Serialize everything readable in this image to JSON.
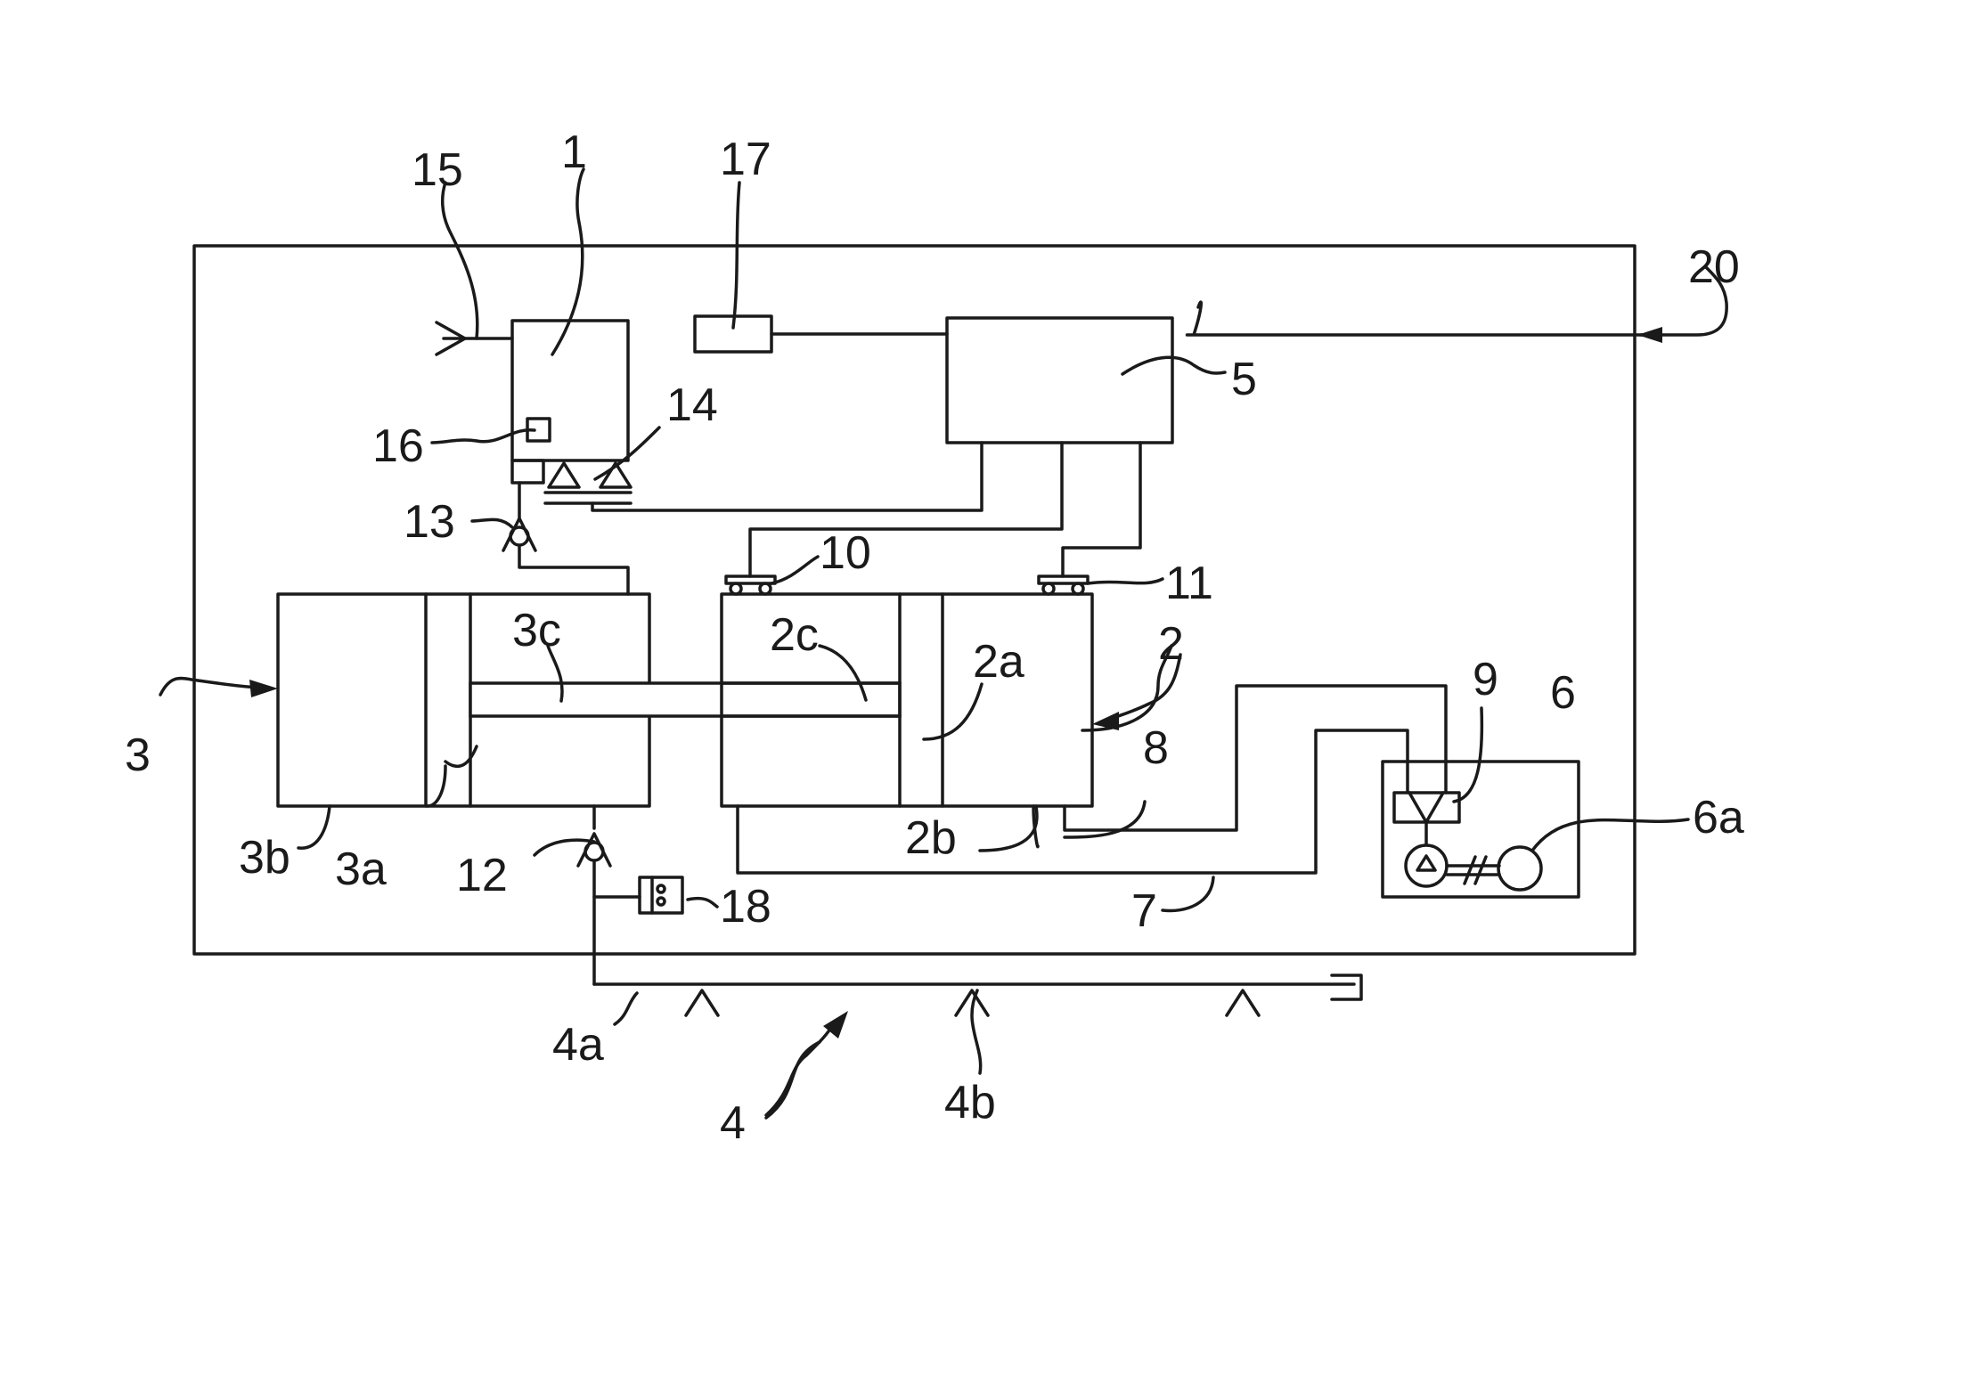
{
  "labels": {
    "l1": "1",
    "l2": "2",
    "l2a": "2a",
    "l2b": "2b",
    "l2c": "2c",
    "l3": "3",
    "l3a": "3a",
    "l3b": "3b",
    "l3c": "3c",
    "l4": "4",
    "l4a": "4a",
    "l4b": "4b",
    "l5": "5",
    "l6": "6",
    "l6a": "6a",
    "l7": "7",
    "l8": "8",
    "l9": "9",
    "l10": "10",
    "l11": "11",
    "l12": "12",
    "l13": "13",
    "l14": "14",
    "l15": "15",
    "l16": "16",
    "l17": "17",
    "l18": "18",
    "l20": "20"
  },
  "colors": {
    "ink": "#1a1a1a",
    "paper": "#ffffff"
  }
}
